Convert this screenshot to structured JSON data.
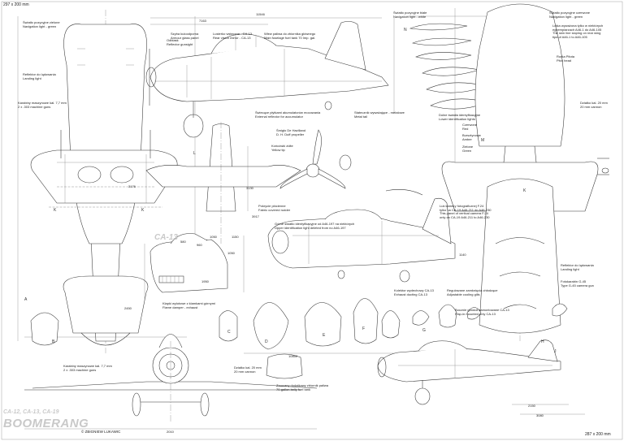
{
  "sheet": {
    "scale_top": "297 x 200 mm",
    "scale_bottom": "287 x 200 mm",
    "author": "ZBIGNIEW LUKAWIC",
    "title_models": "CA-12, CA-13, CA-19",
    "title_name": "BOOMERANG",
    "ghost_label": "CA-13"
  },
  "callouts": [
    {
      "id": "nav_left",
      "text": "Światło pozycyjne zielone\nNavigation light - green"
    },
    {
      "id": "reflector",
      "text": "Odblask\nReflector gunsight"
    },
    {
      "id": "windscreen",
      "text": "Szyba kuloodporna\nArmour glass panel"
    },
    {
      "id": "rear_window",
      "text": "Lusterko wsteczne - CA-13\nRear vision mirror - CA-13"
    },
    {
      "id": "aerial_mast",
      "text": "Wlew paliwa do zbiornika głównego\nMain fuselage fuel tank 70 Imp. gal."
    },
    {
      "id": "nav_right",
      "text": "Światło pozycyjne białe\nNavigation light - white"
    },
    {
      "id": "nav_right2",
      "text": "Światło pozycyjne czerwone\nNavigation light - green"
    },
    {
      "id": "tail_ext",
      "text": "Lotka wyważona tylko w niektórych\negzemplarzach A46-1 do A46-105\nThe skin line sloping on rear wing\ntips of A46-1 to A46-105"
    },
    {
      "id": "pitot",
      "text": "Rurka Pitota\nPitot head"
    },
    {
      "id": "landing_l",
      "text": "Reflektor do lądowania\nLanding light"
    },
    {
      "id": "guns_l",
      "text": "Karabiny maszynowe kal. 7,7 mm\n2 x .303 machine guns"
    },
    {
      "id": "exhaust_top",
      "text": "Świecące płytkami akumulatorów mocowania\nExternal reflector for accumulator"
    },
    {
      "id": "spinner",
      "text": "Śmigło De Havilland\nD. H. Duff propeller"
    },
    {
      "id": "yellow_tip",
      "text": "Końcówki żółte\nYellow tip"
    },
    {
      "id": "metal_tail",
      "text": "Statecznik wyważające - metalowe\nMetal tail"
    },
    {
      "id": "id_lights",
      "text": "Dolne światła identyfikacyjne\nLower identification lights"
    },
    {
      "id": "red",
      "text": "Czerwone\nRed"
    },
    {
      "id": "amber",
      "text": "Bursztynowe\nAmber"
    },
    {
      "id": "green",
      "text": "Zielone\nGreen"
    },
    {
      "id": "cannon_r",
      "text": "Działko kal. 20 mm\n20 mm cannon"
    },
    {
      "id": "rudder",
      "text": "Pokrycie płócienne\nFabric covered rudder"
    },
    {
      "id": "upper_id",
      "text": "Górne światło identyfikacyjne od A46-197 na niektórych\nUpper identification light deleted from no A46-197"
    },
    {
      "id": "camera",
      "text": "Luk kamery fotograficznej F.24\ntylko na CA-19 A46-211 do A46-230\nThis panel of vertical camera F.24\nonly on CA-19 A46-211 to A46-230"
    },
    {
      "id": "cowl_flaps",
      "text": "Klapki wylotowe z klamkami górnymi\nFlame damper - exhaust"
    },
    {
      "id": "exhaust_ca13",
      "text": "Kolektor wydechowy CA-13\nExhaust ducting CA-13"
    },
    {
      "id": "cooling",
      "text": "Regulowane zamknięcia chłodzące\nAdjustable cooling gills"
    },
    {
      "id": "landing_r",
      "text": "Reflektor do lądowania\nLanding light"
    },
    {
      "id": "gunsight_r",
      "text": "Fotokarabin G-45\nType G-45 camera gun"
    },
    {
      "id": "mounted",
      "text": "Bocznie gondoli zamontowane CA-13\nFlap-in mounted only CA-13"
    },
    {
      "id": "guns_front",
      "text": "Karabiny maszynowe kal. 7,7 mm\n2 x .303 machine guns"
    },
    {
      "id": "cannon_front",
      "text": "Działko kal. 20 mm\n20 mm cannon"
    },
    {
      "id": "droptank",
      "text": "Zrzucany dodatkowy zbiornik paliwa\n70-gallon belly fuel tank"
    }
  ],
  "dimensions": [
    "11546",
    "7163",
    "3176",
    "1050",
    "1150",
    "960",
    "3130",
    "10850",
    "3917",
    "2450",
    "1950",
    "2150",
    "3080",
    "1140",
    "580",
    "2010",
    "1050"
  ],
  "section_letters": [
    "A",
    "B",
    "C",
    "D",
    "E",
    "F",
    "G",
    "H",
    "J",
    "K",
    "L",
    "M",
    "N"
  ],
  "panel_labels": {
    "inset_a": "A",
    "inset_b": "B",
    "inset_k1": "K",
    "inset_k2": "K"
  }
}
